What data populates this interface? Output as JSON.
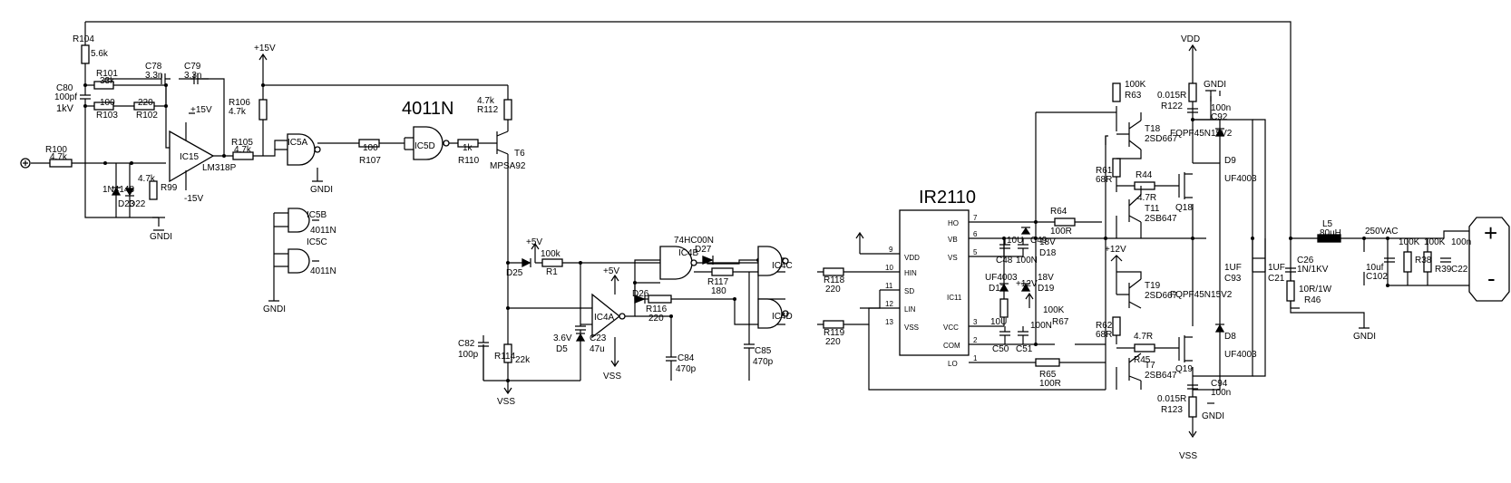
{
  "title": "",
  "chips": {
    "ir2110": "IR2110",
    "n4011": "4011N",
    "hc00": "74HC00N",
    "lm318": "LM318P",
    "ic11": "IC11"
  },
  "pins": {
    "ho": "HO",
    "vb": "VB",
    "vs": "VS",
    "vdd": "VDD",
    "hin": "HIN",
    "sd": "SD",
    "lin": "LIN",
    "vss": "VSS",
    "vcc": "VCC",
    "com": "COM",
    "lo": "LO",
    "n7": "7",
    "n6": "6",
    "n5": "5",
    "n9": "9",
    "n10": "10",
    "n11": "11",
    "n12": "12",
    "n13": "13",
    "n3": "3",
    "n2": "2",
    "n1": "1"
  },
  "rails": {
    "p15v": "+15V",
    "m15v": "-15V",
    "p5v": "+5V",
    "p12v": "+12V",
    "gndi": "GNDI",
    "vss": "VSS",
    "vdd": "VDD",
    "vac": "250VAC"
  },
  "terminals": {
    "plus": "+",
    "minus": "-"
  },
  "components": {
    "r104": "R104",
    "r104v": "5.6k",
    "r101": "R101",
    "r101v": "33k",
    "c78": "C78",
    "c78v": "3.3n",
    "c79": "C79",
    "c79v": "3.3n",
    "c80": "C80",
    "c80v": "100pf",
    "c80k": "1kV",
    "r103": "R103",
    "r103v": "100",
    "r102": "R102",
    "r102v": "220",
    "r100": "R100",
    "r100v": "4.7k",
    "ic15": "IC15",
    "r105": "R105",
    "r105v": "4.7k",
    "r106": "R106",
    "r106v": "4.7k",
    "ic5a": "IC5A",
    "r107": "R107",
    "r107v": "100",
    "ic5d": "IC5D",
    "r110": "R110",
    "r110v": "1k",
    "r112": "R112",
    "r112v": "4.7k",
    "t6": "T6",
    "t6v": "MPSA92",
    "d23": "D23",
    "d23v": "1N4148",
    "d22": "D22",
    "r99": "R99",
    "r99v": "4.7k",
    "ic5b": "IC5B",
    "ic5c": "IC5C",
    "d25": "D25",
    "r1": "R1",
    "r1v": "100k",
    "ic4a": "IC4A",
    "ic4b": "IC4B",
    "d27": "D27",
    "r117": "R117",
    "r117v": "180",
    "d26": "D26",
    "r116": "R116",
    "r116v": "220",
    "c84": "C84",
    "c84v": "470p",
    "c85": "C85",
    "c85v": "470p",
    "ic4c": "IC4C",
    "ic4d": "IC4D",
    "r118": "R118",
    "r118v": "220",
    "r119": "R119",
    "r119v": "220",
    "c82": "C82",
    "c82v": "100p",
    "r114": "R114",
    "r114v": "22k",
    "d5": "D5",
    "d5v": "3.6V",
    "c23": "C23",
    "c23v": "47u",
    "r64": "R64",
    "r64v": "100R",
    "r65": "R65",
    "r65v": "100R",
    "c48": "C48",
    "c48v": "10U",
    "c49": "C49",
    "c49v": "100N",
    "d18": "D18",
    "d18v": "18V",
    "d17": "D17",
    "d17v": "UF4003",
    "d19": "D19",
    "d19v": "18V",
    "c50": "C50",
    "c50v": "10U",
    "c51": "C51",
    "c51v": "100N",
    "r67": "R67",
    "r67v": "100K",
    "r63": "R63",
    "r63v": "100K",
    "t18": "T18",
    "t18v": "2SD667",
    "t11": "T11",
    "t11v": "2SB647",
    "t19": "T19",
    "t19v": "2SD667",
    "t7": "T7",
    "t7v": "2SB647",
    "r61": "R61",
    "r61v": "68R",
    "r62": "R62",
    "r62v": "68R",
    "r44": "R44",
    "r44v": "4.7R",
    "r45": "R45",
    "r45v": "4.7R",
    "q18": "Q18",
    "q19": "Q19",
    "qv": "FQPF45N15V2",
    "d9": "D9",
    "d8": "D8",
    "dv": "UF4003",
    "r122": "R122",
    "r122v": "0.015R",
    "r123": "R123",
    "r123v": "0.015R",
    "c92": "C92",
    "c92v": "100n",
    "c94": "C94",
    "c94v": "100n",
    "c93": "C93",
    "c93v": "1UF",
    "c21": "C21",
    "c21v": "1UF",
    "l5": "L5",
    "l5v": "80uH",
    "c26": "C26",
    "c26v": "1N/1KV",
    "r46": "R46",
    "r46v": "10R/1W",
    "c102": "C102",
    "c102v": "10uf",
    "r38": "R38",
    "r38v": "100K",
    "r39": "R39",
    "r39v": "100K",
    "c22": "C22",
    "c22v": "100n"
  }
}
